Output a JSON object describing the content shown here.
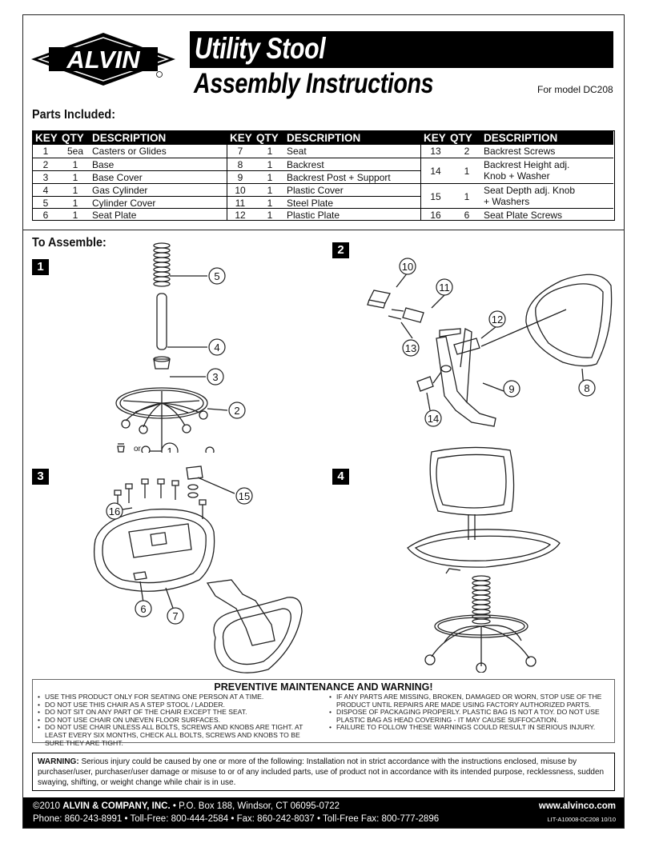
{
  "header": {
    "logo_text": "ALVIN",
    "title_line1": "Utility Stool",
    "title_line2": "Assembly Instructions",
    "model": "For model DC208"
  },
  "parts": {
    "heading": "Parts Included:",
    "columns": [
      "KEY",
      "QTY",
      "DESCRIPTION"
    ],
    "block1": [
      {
        "key": "1",
        "qty": "5ea",
        "desc": "Casters or Glides"
      },
      {
        "key": "2",
        "qty": "1",
        "desc": "Base"
      },
      {
        "key": "3",
        "qty": "1",
        "desc": "Base Cover"
      },
      {
        "key": "4",
        "qty": "1",
        "desc": "Gas Cylinder"
      },
      {
        "key": "5",
        "qty": "1",
        "desc": "Cylinder Cover"
      },
      {
        "key": "6",
        "qty": "1",
        "desc": "Seat Plate"
      }
    ],
    "block2": [
      {
        "key": "7",
        "qty": "1",
        "desc": "Seat"
      },
      {
        "key": "8",
        "qty": "1",
        "desc": "Backrest"
      },
      {
        "key": "9",
        "qty": "1",
        "desc": "Backrest Post + Support"
      },
      {
        "key": "10",
        "qty": "1",
        "desc": "Plastic Cover"
      },
      {
        "key": "11",
        "qty": "1",
        "desc": "Steel Plate"
      },
      {
        "key": "12",
        "qty": "1",
        "desc": "Plastic Plate"
      }
    ],
    "block3": [
      {
        "key": "13",
        "qty": "2",
        "desc": "Backrest Screws",
        "desc2": ""
      },
      {
        "key": "14",
        "qty": "1",
        "desc": "Backrest Height adj.",
        "desc2": "Knob + Washer"
      },
      {
        "key": "15",
        "qty": "1",
        "desc": "Seat Depth adj. Knob",
        "desc2": "+ Washers"
      },
      {
        "key": "16",
        "qty": "6",
        "desc": "Seat Plate Screws",
        "desc2": ""
      }
    ]
  },
  "assemble": {
    "heading": "To Assemble:",
    "steps": [
      "1",
      "2",
      "3",
      "4"
    ],
    "callouts": {
      "step1": [
        "5",
        "4",
        "3",
        "2",
        "1"
      ],
      "step1_or": "or",
      "step2": [
        "10",
        "11",
        "12",
        "13",
        "14",
        "9",
        "8"
      ],
      "step3": [
        "16",
        "15",
        "6",
        "7"
      ]
    }
  },
  "maintenance": {
    "title": "PREVENTIVE MAINTENANCE AND WARNING!",
    "left": [
      "USE THIS PRODUCT ONLY FOR SEATING ONE PERSON AT A TIME.",
      "DO NOT USE THIS CHAIR AS A STEP STOOL / LADDER.",
      "DO NOT SIT ON ANY PART OF THE CHAIR EXCEPT THE SEAT.",
      "DO NOT USE CHAIR ON UNEVEN FLOOR SURFACES.",
      "DO NOT USE CHAIR UNLESS ALL BOLTS, SCREWS AND KNOBS ARE TIGHT. AT LEAST EVERY SIX MONTHS, CHECK ALL BOLTS, SCREWS AND KNOBS TO BE SURE THEY ARE TIGHT."
    ],
    "right": [
      "IF ANY PARTS ARE MISSING, BROKEN, DAMAGED OR WORN, STOP USE OF THE PRODUCT UNTIL REPAIRS ARE MADE USING FACTORY AUTHORIZED PARTS.",
      "DISPOSE OF PACKAGING PROPERLY. PLASTIC BAG IS NOT A TOY. DO NOT USE PLASTIC BAG AS HEAD COVERING - IT MAY CAUSE SUFFOCATION.",
      "FAILURE TO FOLLOW THESE WARNINGS COULD RESULT IN SERIOUS INJURY."
    ]
  },
  "warning": {
    "label": "WARNING:",
    "text": "Serious injury could be caused by one or more of the following: Installation not in strict accordance with the instructions enclosed, misuse by purchaser/user, purchaser/user damage or misuse to or of any included parts, use of product not in accordance with its intended purpose, recklessness, sudden swaying, shifting, or weight change while chair is in use."
  },
  "footer": {
    "copyright": "©2010",
    "company": "ALVIN & COMPANY, INC.",
    "address": "•  P.O. Box 188, Windsor, CT 06095-0722",
    "phones": "Phone: 860-243-8991  •  Toll-Free: 800-444-2584  •  Fax: 860-242-8037  •  Toll-Free Fax: 800-777-2896",
    "url": "www.alvinco.com",
    "code": "LIT-A10008-DC208 10/10"
  }
}
